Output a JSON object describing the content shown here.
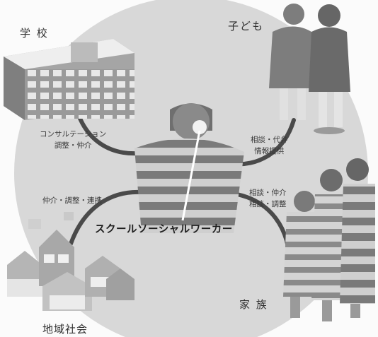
{
  "nodes": {
    "school": "学 校",
    "child": "子ども",
    "family": "家 族",
    "community": "地域社会"
  },
  "relations": {
    "school": [
      "コンサルテーション",
      "調整・仲介"
    ],
    "child": [
      "相談・代弁",
      "情報提供"
    ],
    "family": [
      "相談・仲介",
      "相談・調整"
    ],
    "community": [
      "仲介・調整・連携"
    ]
  },
  "center_label": "スクールソーシャルワーカー",
  "colors": {
    "circle": "#d7d7d7",
    "arc": "#4a4a4a",
    "stripe_dark": "#7a7a7a",
    "stripe_light": "#cfcfcf"
  }
}
